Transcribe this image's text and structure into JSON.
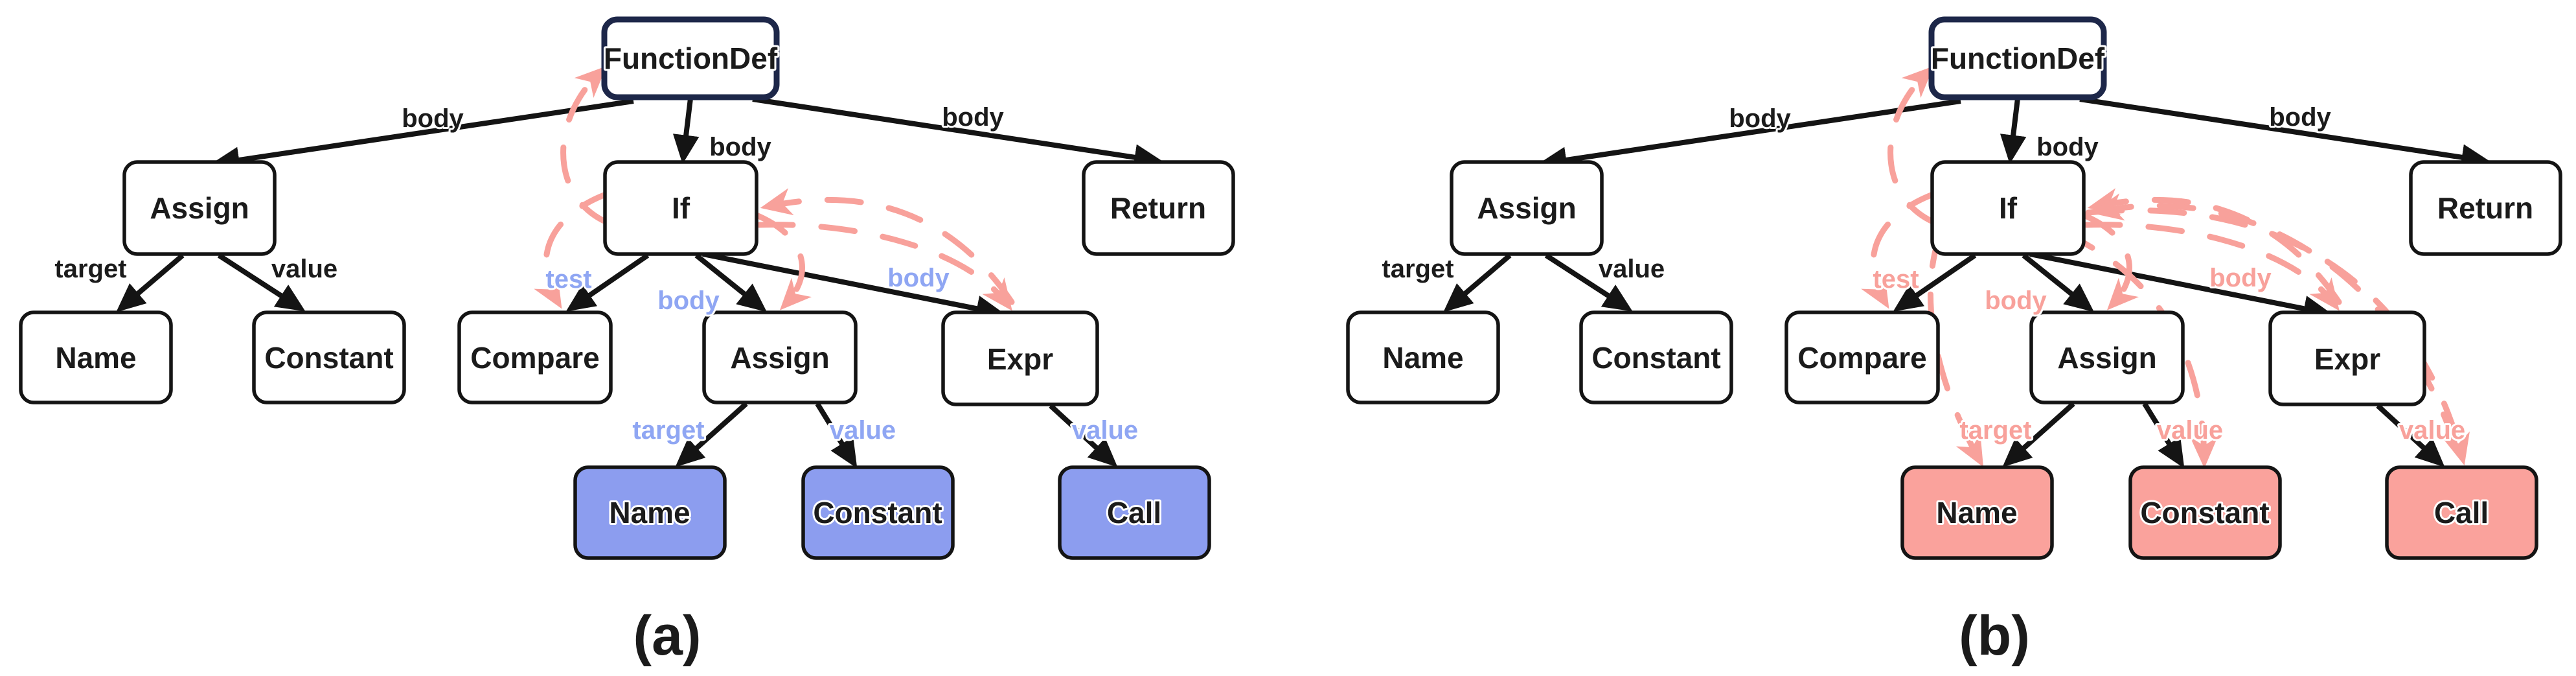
{
  "figure_title": "AST traversal figure",
  "colors": {
    "node_fill": "#FFFFFF",
    "outline": "#141414",
    "root_outline": "#1D2749",
    "highlight_blue": "#8C9DEF",
    "label_blue": "#8FA6F3",
    "highlight_pink": "#FAA29C",
    "label_pink": "#F8A19B"
  },
  "tree_a": {
    "caption": "(a)",
    "nodes": {
      "functiondef": "FunctionDef",
      "assign_l": "Assign",
      "if": "If",
      "return": "Return",
      "name_l": "Name",
      "constant_l": "Constant",
      "compare": "Compare",
      "assign_inner": "Assign",
      "expr": "Expr",
      "name_leaf": "Name",
      "constant_leaf": "Constant",
      "call_leaf": "Call"
    },
    "edge_labels": {
      "fd_assign": "body",
      "fd_if": "body",
      "fd_return": "body",
      "assign_target": "target",
      "assign_value": "value",
      "if_test": "test",
      "if_body1": "body",
      "if_body2": "body",
      "inner_target": "target",
      "inner_value": "value",
      "expr_value": "value"
    }
  },
  "tree_b": {
    "caption": "(b)",
    "nodes": {
      "functiondef": "FunctionDef",
      "assign_l": "Assign",
      "if": "If",
      "return": "Return",
      "name_l": "Name",
      "constant_l": "Constant",
      "compare": "Compare",
      "assign_inner": "Assign",
      "expr": "Expr",
      "name_leaf": "Name",
      "constant_leaf": "Constant",
      "call_leaf": "Call"
    },
    "edge_labels": {
      "fd_assign": "body",
      "fd_if": "body",
      "fd_return": "body",
      "assign_target": "target",
      "assign_value": "value",
      "if_test": "test",
      "if_body1": "body",
      "if_body2": "body",
      "inner_target": "target",
      "inner_value": "value",
      "expr_value": "value"
    }
  }
}
